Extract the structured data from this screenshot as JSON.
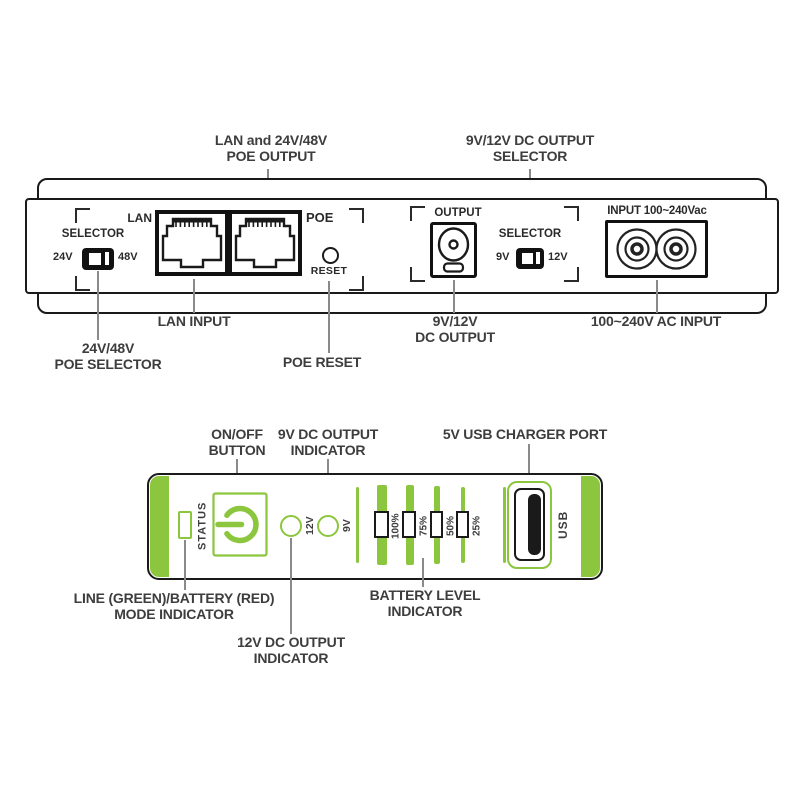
{
  "colors": {
    "green": "#8cc63e",
    "text": "#3d3d3d",
    "outline": "#1a1a1a",
    "leader": "#8a8a8a"
  },
  "top_panel": {
    "labels": {
      "selector_poe": "SELECTOR",
      "v24": "24V",
      "v48": "48V",
      "lan": "LAN",
      "poe": "POE",
      "reset": "RESET",
      "output": "OUTPUT",
      "selector_dc": "SELECTOR",
      "v9": "9V",
      "v12": "12V",
      "ac_input": "INPUT 100~240Vac"
    },
    "callouts": {
      "poe_output": [
        "LAN and 24V/48V",
        "POE OUTPUT"
      ],
      "dc_selector": [
        "9V/12V DC OUTPUT",
        "SELECTOR"
      ],
      "lan_input": "LAN INPUT",
      "poe_selector": [
        "24V/48V",
        "POE SELECTOR"
      ],
      "poe_reset": "POE RESET",
      "dc_output": [
        "9V/12V",
        "DC OUTPUT"
      ],
      "ac_input": "100~240V AC INPUT"
    }
  },
  "bottom_panel": {
    "labels": {
      "status": "STATUS",
      "v12": "12V",
      "v9": "9V",
      "usb": "USB"
    },
    "battery_levels": [
      "100%",
      "75%",
      "50%",
      "25%"
    ],
    "callouts": {
      "on_off": [
        "ON/OFF",
        "BUTTON"
      ],
      "dc9": [
        "9V DC OUTPUT",
        "INDICATOR"
      ],
      "usb": "5V USB CHARGER PORT",
      "mode": [
        "LINE (GREEN)/BATTERY (RED)",
        "MODE INDICATOR"
      ],
      "dc12": [
        "12V DC OUTPUT",
        "INDICATOR"
      ],
      "battery": [
        "BATTERY LEVEL",
        "INDICATOR"
      ]
    }
  }
}
